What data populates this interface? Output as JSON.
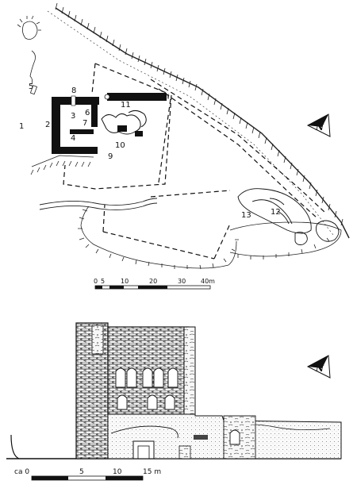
{
  "plan": {
    "labels": {
      "n1": "1",
      "n2": "2",
      "n3": "3",
      "n4": "4",
      "n5": "5",
      "n6": "6",
      "n7": "7",
      "n8": "8",
      "n9": "9",
      "n10": "10",
      "n11": "11",
      "n12": "12",
      "n13": "13"
    },
    "north": "N",
    "scale": {
      "ticks": [
        "0",
        "5",
        "10",
        "20",
        "30",
        "40m"
      ]
    }
  },
  "elevation": {
    "north": "N",
    "scale": {
      "ticks": [
        "ca 0",
        "5",
        "10",
        "15 m"
      ]
    }
  }
}
